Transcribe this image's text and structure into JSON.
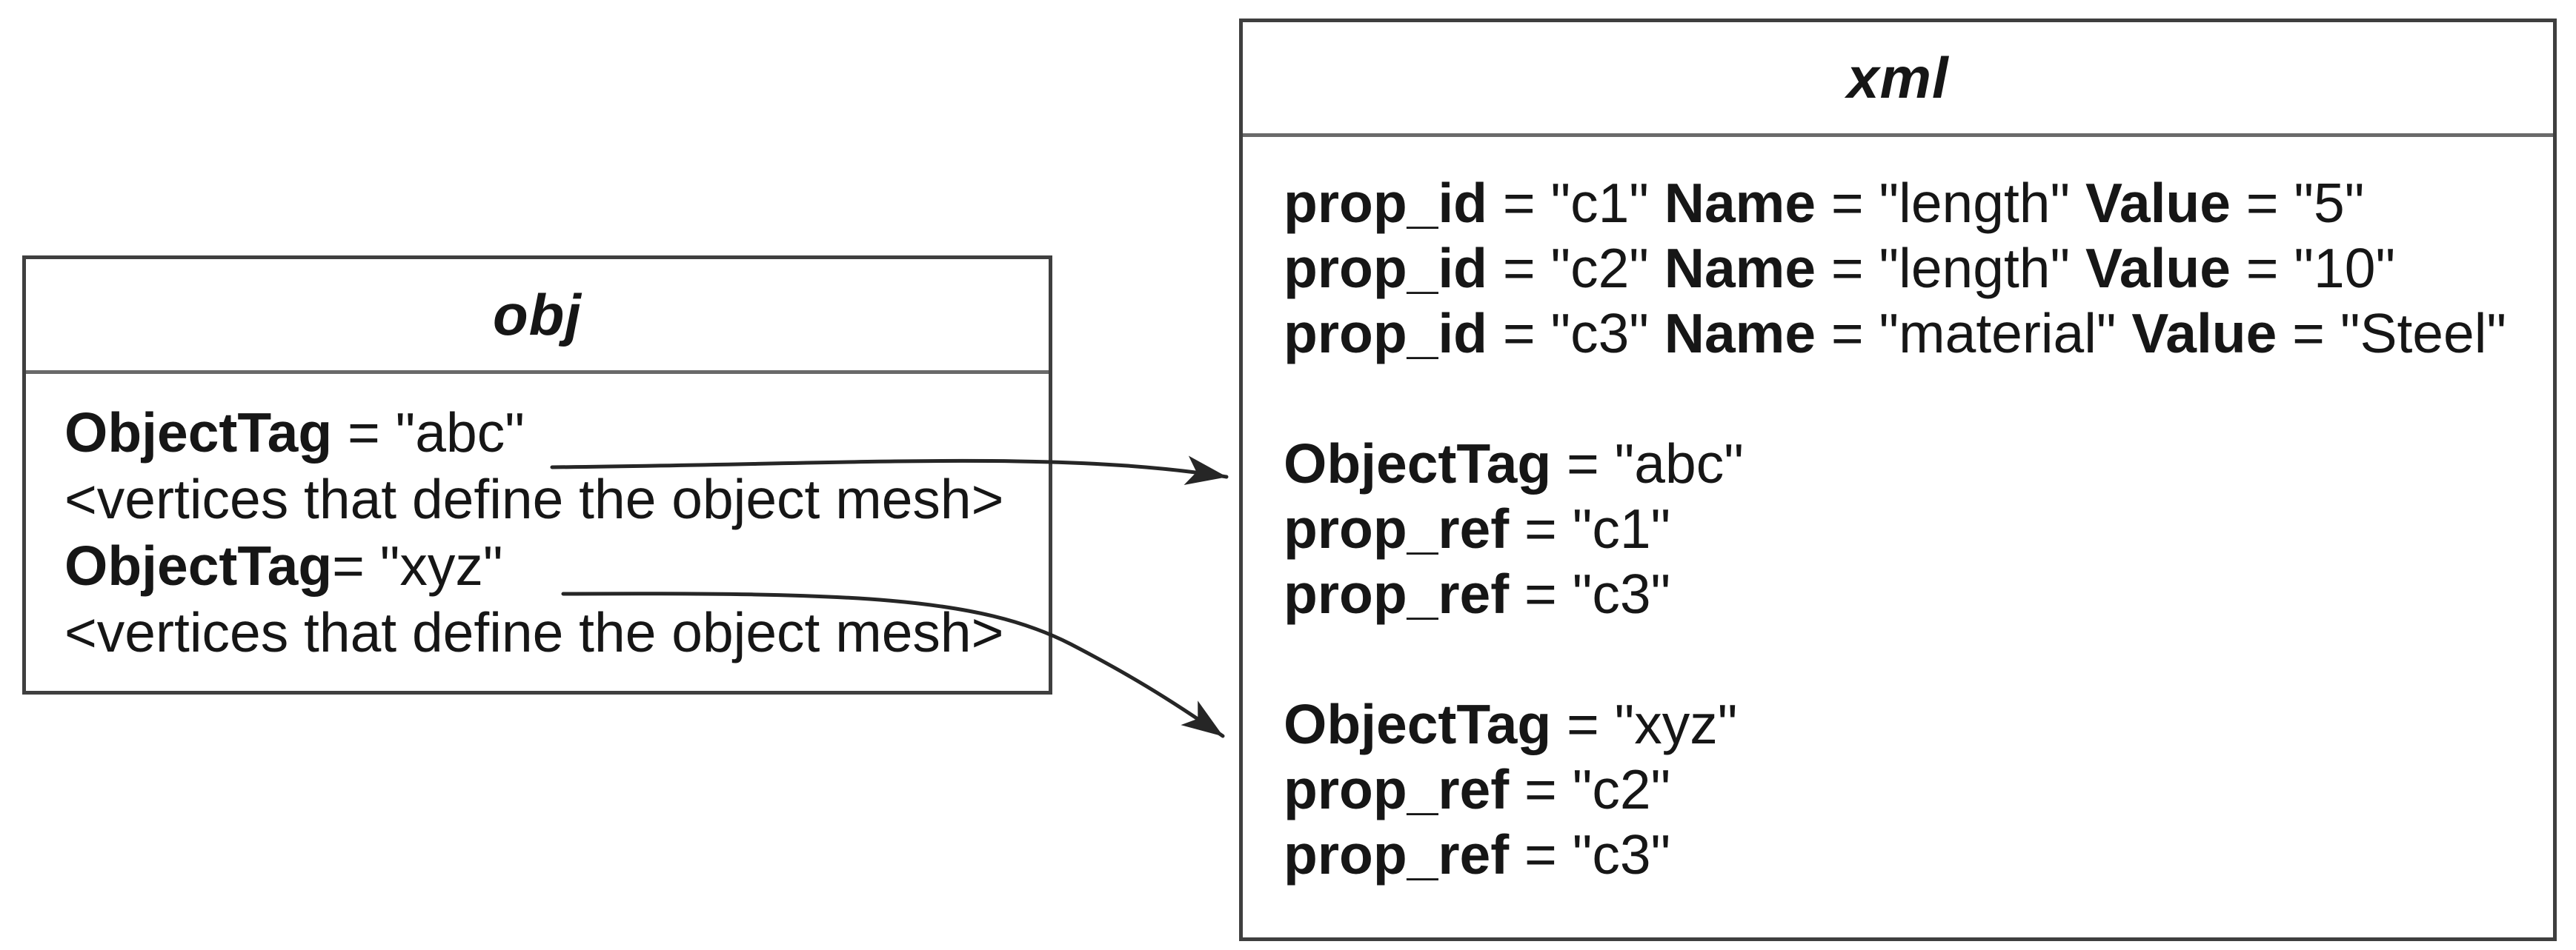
{
  "obj_box": {
    "title": "obj",
    "lines": [
      {
        "segments": [
          {
            "bold": true,
            "text": "ObjectTag"
          },
          {
            "bold": false,
            "text": " = \"abc\""
          }
        ]
      },
      {
        "segments": [
          {
            "bold": false,
            "text": "<vertices that define the object mesh>"
          }
        ]
      },
      {
        "segments": [
          {
            "bold": true,
            "text": "ObjectTag"
          },
          {
            "bold": false,
            "text": "= \"xyz\""
          }
        ]
      },
      {
        "segments": [
          {
            "bold": false,
            "text": "<vertices that define the object mesh>"
          }
        ]
      }
    ]
  },
  "xml_box": {
    "title": "xml",
    "lines": [
      {
        "segments": [
          {
            "bold": true,
            "text": "prop_id"
          },
          {
            "bold": false,
            "text": " = \"c1\" "
          },
          {
            "bold": true,
            "text": "Name"
          },
          {
            "bold": false,
            "text": " = \"length\" "
          },
          {
            "bold": true,
            "text": "Value"
          },
          {
            "bold": false,
            "text": " = \"5\""
          }
        ]
      },
      {
        "segments": [
          {
            "bold": true,
            "text": "prop_id"
          },
          {
            "bold": false,
            "text": " = \"c2\" "
          },
          {
            "bold": true,
            "text": "Name"
          },
          {
            "bold": false,
            "text": " = \"length\" "
          },
          {
            "bold": true,
            "text": "Value"
          },
          {
            "bold": false,
            "text": " = \"10\""
          }
        ]
      },
      {
        "segments": [
          {
            "bold": true,
            "text": "prop_id"
          },
          {
            "bold": false,
            "text": " = \"c3\" "
          },
          {
            "bold": true,
            "text": "Name"
          },
          {
            "bold": false,
            "text": " = \"material\" "
          },
          {
            "bold": true,
            "text": "Value"
          },
          {
            "bold": false,
            "text": " = \"Steel\""
          }
        ]
      },
      {
        "segments": []
      },
      {
        "segments": [
          {
            "bold": true,
            "text": "ObjectTag"
          },
          {
            "bold": false,
            "text": " = \"abc\""
          }
        ]
      },
      {
        "segments": [
          {
            "bold": true,
            "text": "prop_ref"
          },
          {
            "bold": false,
            "text": " = \"c1\""
          }
        ]
      },
      {
        "segments": [
          {
            "bold": true,
            "text": "prop_ref"
          },
          {
            "bold": false,
            "text": " = \"c3\""
          }
        ]
      },
      {
        "segments": []
      },
      {
        "segments": [
          {
            "bold": true,
            "text": "ObjectTag"
          },
          {
            "bold": false,
            "text": " = \"xyz\""
          }
        ]
      },
      {
        "segments": [
          {
            "bold": true,
            "text": "prop_ref"
          },
          {
            "bold": false,
            "text": " = \"c2\""
          }
        ]
      },
      {
        "segments": [
          {
            "bold": true,
            "text": "prop_ref"
          },
          {
            "bold": false,
            "text": " = \"c3\""
          }
        ]
      }
    ]
  },
  "arrows": [
    {
      "from": "obj ObjectTag = \"abc\"",
      "to": "xml ObjectTag = \"abc\""
    },
    {
      "from": "obj ObjectTag= \"xyz\"",
      "to": "xml ObjectTag = \"xyz\""
    }
  ],
  "colors": {
    "background": "#ffffff",
    "box_border": "#3f3f3f",
    "separator": "#6a6a6a",
    "text": "#161616",
    "arrow": "#262626"
  }
}
